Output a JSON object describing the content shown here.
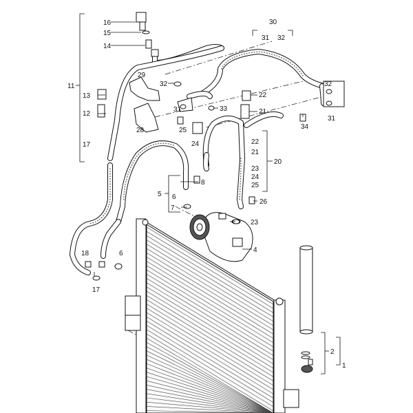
{
  "callouts": {
    "c1": "1",
    "c2": "2",
    "c4": "4",
    "c5": "5",
    "c6a": "6",
    "c6b": "6",
    "c7": "7",
    "c8": "8",
    "c11": "11",
    "c12": "12",
    "c13": "13",
    "c14": "14",
    "c15": "15",
    "c16": "16",
    "c17a": "17",
    "c17b": "17",
    "c18": "18",
    "c20": "20",
    "c21a": "21",
    "c21b": "21",
    "c22a": "22",
    "c22b": "22",
    "c23a": "23",
    "c23b": "23",
    "c24a": "24",
    "c24b": "24",
    "c25a": "25",
    "c25b": "25",
    "c26": "26",
    "c28": "28",
    "c29": "29",
    "c30": "30",
    "c31a": "31",
    "c31b": "31",
    "c31c": "31",
    "c32a": "32",
    "c32b": "32",
    "c32c": "32",
    "c33": "33",
    "c34": "34"
  },
  "icons": [
    "ac-condenser-icon",
    "compressor-icon",
    "receiver-dryer-icon",
    "pressure-switch-icon",
    "refrigerant-hose-icon",
    "bracket-icon",
    "bolt-icon",
    "o-ring-icon",
    "valve-cap-icon",
    "service-valve-icon"
  ]
}
